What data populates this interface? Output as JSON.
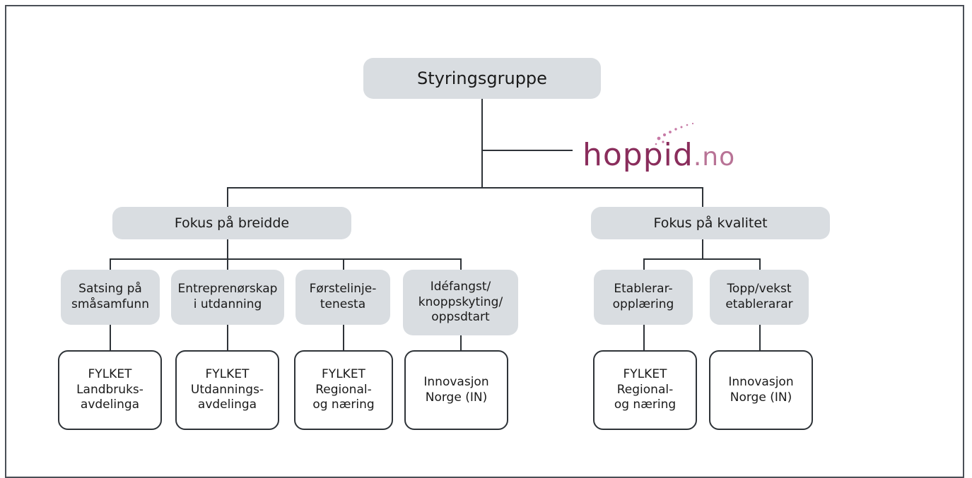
{
  "root": {
    "label": "Styringsgruppe"
  },
  "logo": {
    "text_main": "hoppid",
    "text_suffix": ".no",
    "colors": {
      "main": "#8a2d5c",
      "dots": "#c77aa6",
      "suffix": "#b87396"
    }
  },
  "branches": [
    {
      "label": "Fokus på breidde",
      "children": [
        {
          "label": "Satsing på\nsmåsamfunn",
          "owner": "FYLKET\nLandbruks-\navdelinga"
        },
        {
          "label": "Entreprenørskap\ni utdanning",
          "owner": "FYLKET\nUtdannings-\navdelinga"
        },
        {
          "label": "Førstelinje-\ntenesta",
          "owner": "FYLKET\nRegional-\nog næring"
        },
        {
          "label": "Idéfangst/\nknoppskyting/\noppsdtart",
          "owner": "Innovasjon\nNorge (IN)"
        }
      ]
    },
    {
      "label": "Fokus på kvalitet",
      "children": [
        {
          "label": "Etablerar-\nopplæring",
          "owner": "FYLKET\nRegional-\nog næring"
        },
        {
          "label": "Topp/vekst\netablerarar",
          "owner": "Innovasjon\nNorge (IN)"
        }
      ]
    }
  ],
  "colors": {
    "box_fill": "#d9dde1",
    "line": "#2e3338",
    "frame": "#4a4f56"
  }
}
